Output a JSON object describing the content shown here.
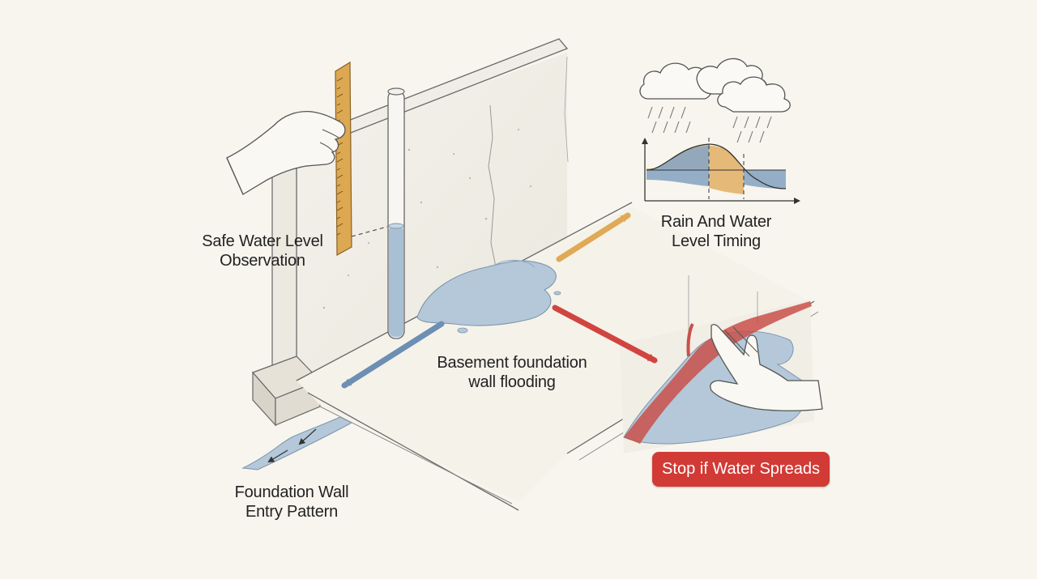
{
  "labels": {
    "safe_water_level": [
      "Safe Water Level",
      "Observation"
    ],
    "rain_timing": [
      "Rain And Water",
      "Level Timing"
    ],
    "basement_flooding": [
      "Basement foundation",
      "wall flooding"
    ],
    "entry_pattern": [
      "Foundation Wall",
      "Entry Pattern"
    ]
  },
  "badge": {
    "text": "Stop if Water Spreads",
    "color": "#d23a35"
  },
  "colors": {
    "background": "#f8f5ee",
    "water": "#a9bfd3",
    "ruler": "#d9a34a",
    "arrow_orange": "#e0a955",
    "arrow_blue": "#6d8fb3",
    "arrow_red": "#d0453f",
    "chart_blue": "#8aa6c2",
    "chart_orange": "#e2b36a"
  },
  "icons": [
    "hand-holding-ruler-icon",
    "rain-cloud-icon",
    "hand-pressing-wall-icon",
    "measuring-tube-icon"
  ]
}
